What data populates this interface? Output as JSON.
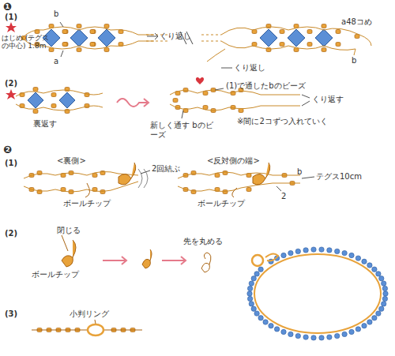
{
  "diagram": {
    "labels": [
      "❶",
      "(1)",
      "b",
      "はじめ (テグスの中心) 1.8m",
      "a",
      "くり返し",
      "a48コめ",
      "くり返し",
      "b",
      "(2)",
      "裏返す",
      "(1)で通したbのビーズ",
      "くり返す",
      "新しく通す bのビーズ",
      "※間に2コずつ入れていく",
      "❷",
      "(1)",
      "<裏側>",
      "2回結ぶ",
      "ボールチップ",
      "<反対側の端>",
      "b",
      "テグス10cm",
      "ボールチップ",
      "2",
      "(2)",
      "閉じる",
      "ボールチップ",
      "先を丸める",
      "(3)",
      "小判リング"
    ]
  }
}
